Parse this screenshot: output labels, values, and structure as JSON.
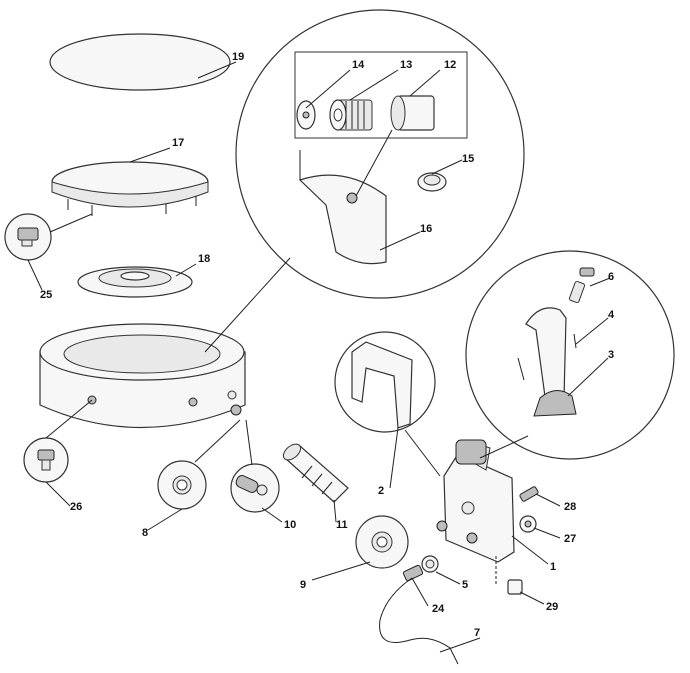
{
  "labels": {
    "p1": "1",
    "p2": "2",
    "p3": "3",
    "p4": "4",
    "p5": "5",
    "p6": "6",
    "p7": "7",
    "p8": "8",
    "p9": "9",
    "p10": "10",
    "p11": "11",
    "p12": "12",
    "p13": "13",
    "p14": "14",
    "p15": "15",
    "p16": "16",
    "p17": "17",
    "p18": "18",
    "p19": "19",
    "p24": "24",
    "p25": "25",
    "p26": "26",
    "p27": "27",
    "p28": "28",
    "p29": "29"
  }
}
